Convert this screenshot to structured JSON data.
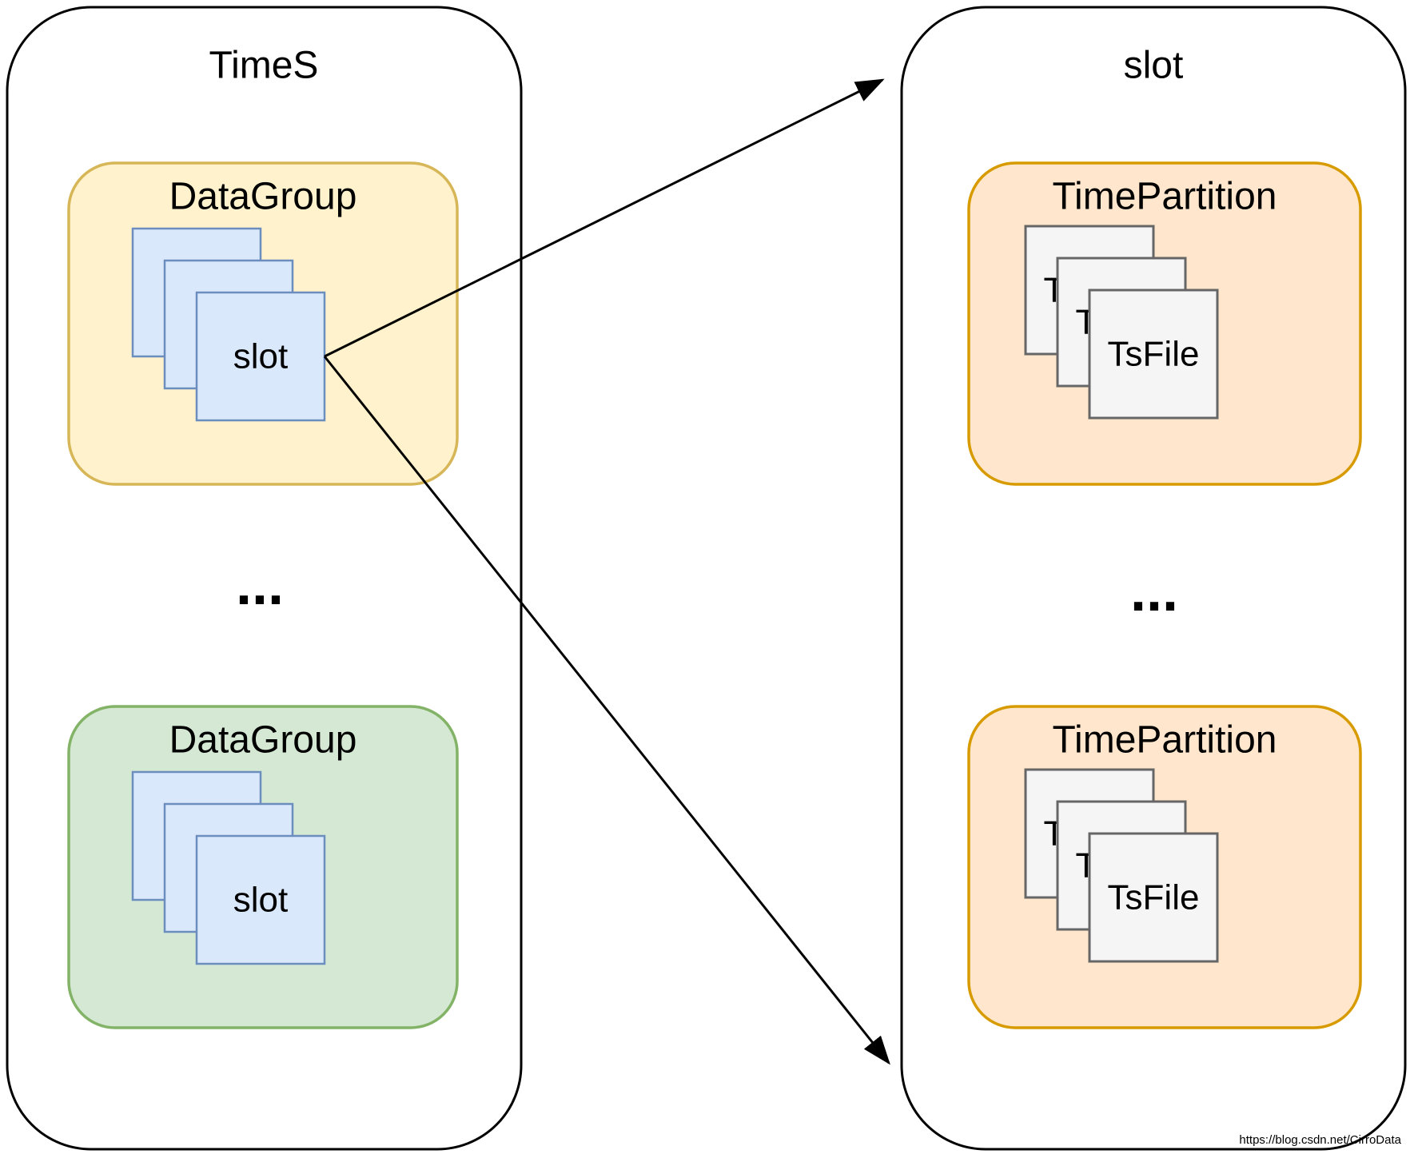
{
  "diagram": {
    "left_container": {
      "title": "TimeS",
      "ellipsis": "...",
      "groups": [
        {
          "label": "DataGroup",
          "item_label": "slot",
          "fill": "#FFF2CC",
          "stroke": "#D6B656"
        },
        {
          "label": "DataGroup",
          "item_label": "slot",
          "fill": "#D5E8D4",
          "stroke": "#82B366"
        }
      ]
    },
    "right_container": {
      "title": "slot",
      "ellipsis": "...",
      "groups": [
        {
          "label": "TimePartition",
          "item_label": "TsFile",
          "fill": "#FFE6CC",
          "stroke": "#D79B00"
        },
        {
          "label": "TimePartition",
          "item_label": "TsFile",
          "fill": "#FFE6CC",
          "stroke": "#D79B00"
        }
      ]
    },
    "palette": {
      "slot_square_fill": "#DAE8FC",
      "slot_square_stroke": "#6C8EBF",
      "tsfile_square_fill": "#F5F5F5",
      "tsfile_square_stroke": "#666666",
      "container_fill": "#FFFFFF",
      "container_stroke": "#000000",
      "arrow_color": "#000000",
      "watermark_color": "#C9C9C9"
    },
    "watermark": "https://blog.csdn.net/CirroData"
  }
}
